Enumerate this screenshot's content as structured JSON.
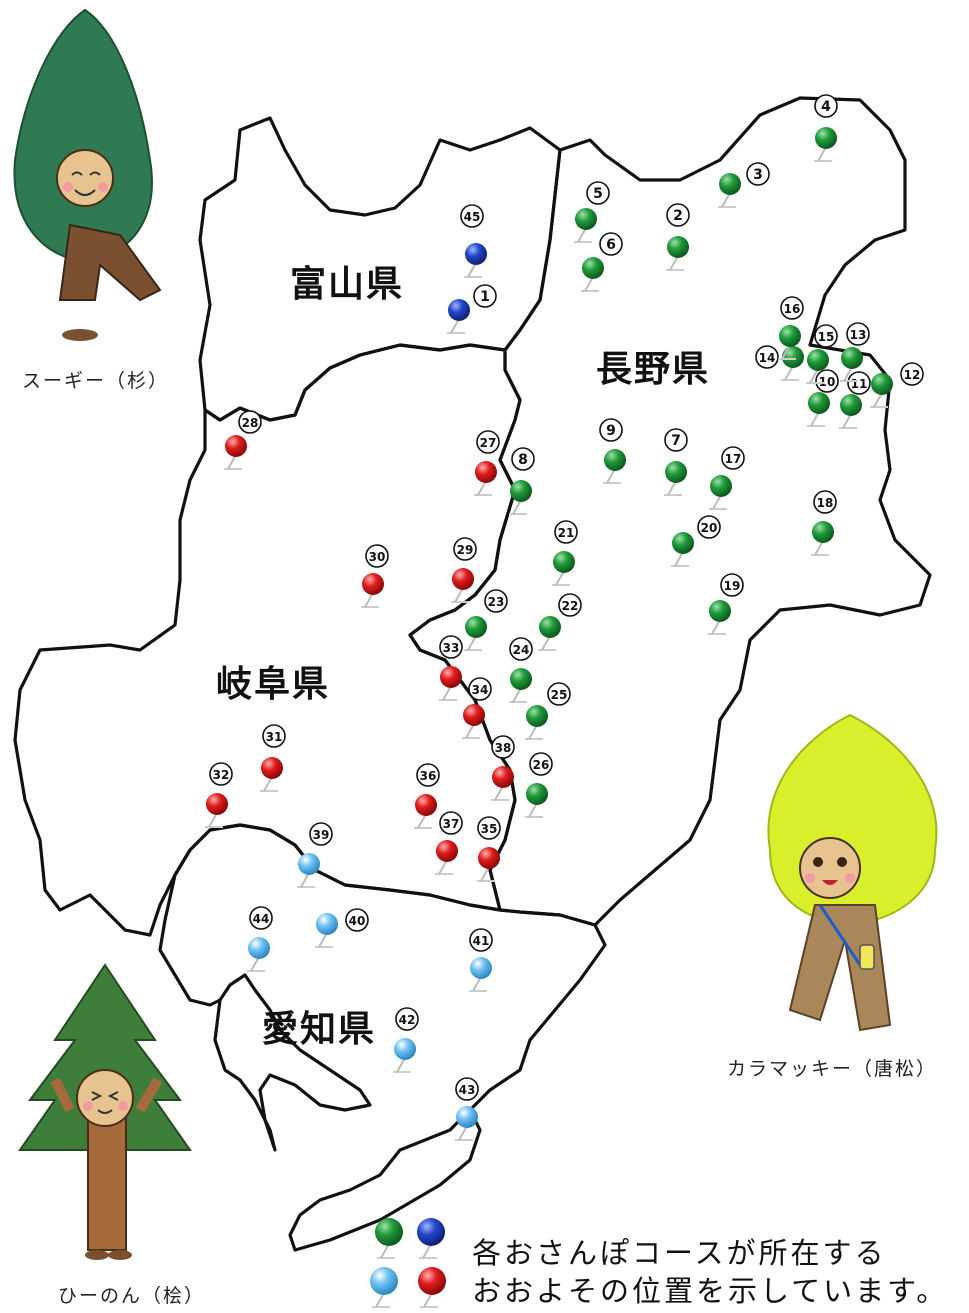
{
  "prefectures": {
    "toyama": "富山県",
    "nagano": "長野県",
    "gifu": "岐阜県",
    "aichi": "愛知県"
  },
  "characters": {
    "sugi": "スーギー（杉）",
    "karamatsu": "カラマッキー（唐松）",
    "hinoki": "ひーのん（桧）"
  },
  "legend": {
    "line1": "各おさんぽコースが所在する",
    "line2": "おおよその位置を示しています。"
  },
  "pin_colors": {
    "green": "#1f9a3a",
    "blue": "#2346c8",
    "red": "#e01c1c",
    "light_blue": "#6ec1f2"
  },
  "pins": [
    {
      "n": "1",
      "color": "blue"
    },
    {
      "n": "45",
      "color": "blue"
    },
    {
      "n": "2",
      "color": "green"
    },
    {
      "n": "3",
      "color": "green"
    },
    {
      "n": "4",
      "color": "green"
    },
    {
      "n": "5",
      "color": "green"
    },
    {
      "n": "6",
      "color": "green"
    },
    {
      "n": "7",
      "color": "green"
    },
    {
      "n": "8",
      "color": "green"
    },
    {
      "n": "9",
      "color": "green"
    },
    {
      "n": "10",
      "color": "green"
    },
    {
      "n": "11",
      "color": "green"
    },
    {
      "n": "12",
      "color": "green"
    },
    {
      "n": "13",
      "color": "green"
    },
    {
      "n": "14",
      "color": "green"
    },
    {
      "n": "15",
      "color": "green"
    },
    {
      "n": "16",
      "color": "green"
    },
    {
      "n": "17",
      "color": "green"
    },
    {
      "n": "18",
      "color": "green"
    },
    {
      "n": "19",
      "color": "green"
    },
    {
      "n": "20",
      "color": "green"
    },
    {
      "n": "21",
      "color": "green"
    },
    {
      "n": "22",
      "color": "green"
    },
    {
      "n": "23",
      "color": "green"
    },
    {
      "n": "24",
      "color": "green"
    },
    {
      "n": "25",
      "color": "green"
    },
    {
      "n": "26",
      "color": "green"
    },
    {
      "n": "27",
      "color": "red"
    },
    {
      "n": "28",
      "color": "red"
    },
    {
      "n": "29",
      "color": "red"
    },
    {
      "n": "30",
      "color": "red"
    },
    {
      "n": "31",
      "color": "red"
    },
    {
      "n": "32",
      "color": "red"
    },
    {
      "n": "33",
      "color": "red"
    },
    {
      "n": "34",
      "color": "red"
    },
    {
      "n": "35",
      "color": "red"
    },
    {
      "n": "36",
      "color": "red"
    },
    {
      "n": "37",
      "color": "red"
    },
    {
      "n": "38",
      "color": "red"
    },
    {
      "n": "39",
      "color": "light_blue"
    },
    {
      "n": "40",
      "color": "light_blue"
    },
    {
      "n": "41",
      "color": "light_blue"
    },
    {
      "n": "42",
      "color": "light_blue"
    },
    {
      "n": "43",
      "color": "light_blue"
    },
    {
      "n": "44",
      "color": "light_blue"
    }
  ]
}
